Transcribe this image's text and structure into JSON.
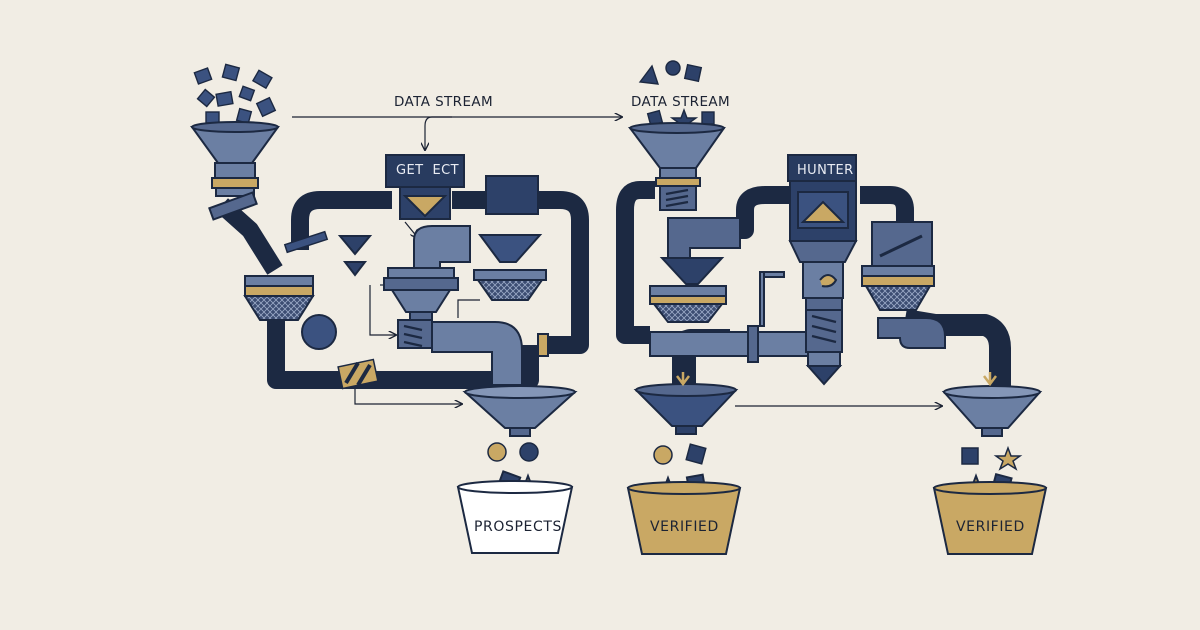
{
  "labels": {
    "stream_left": "DATA STREAM",
    "stream_right": "DATA STREAM",
    "machine_left": "GET  ECT",
    "machine_right": "HUNTER",
    "bucket_prospects": "PROSPECTS",
    "bucket_verified_1": "VERIFIED",
    "bucket_verified_2": "VERIFIED"
  },
  "colors": {
    "background": "#f1ede4",
    "navy": "#1c2942",
    "steel_blue": "#6b7fa3",
    "mid_blue": "#55688e",
    "gold": "#c9a864",
    "white_bucket": "#ffffff"
  }
}
